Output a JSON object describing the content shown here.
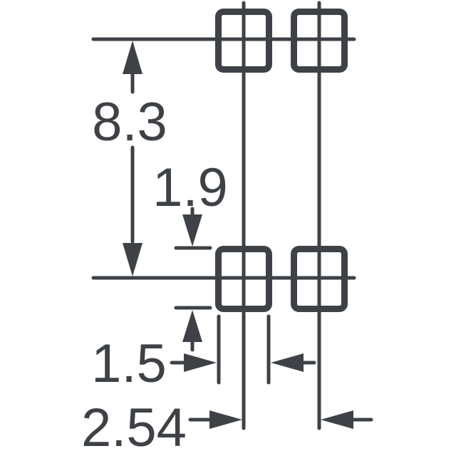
{
  "colors": {
    "line": "#3e4145",
    "background": "#ffffff"
  },
  "drawing": {
    "kind": "pcb-pad-layout-dimension-drawing",
    "pad_count": 4,
    "pad_rows": 2,
    "pad_columns": 2,
    "dimensions": {
      "row_spacing": "8.3",
      "pad_height": "1.9",
      "pad_width": "1.5",
      "pad_pitch": "2.54"
    }
  }
}
